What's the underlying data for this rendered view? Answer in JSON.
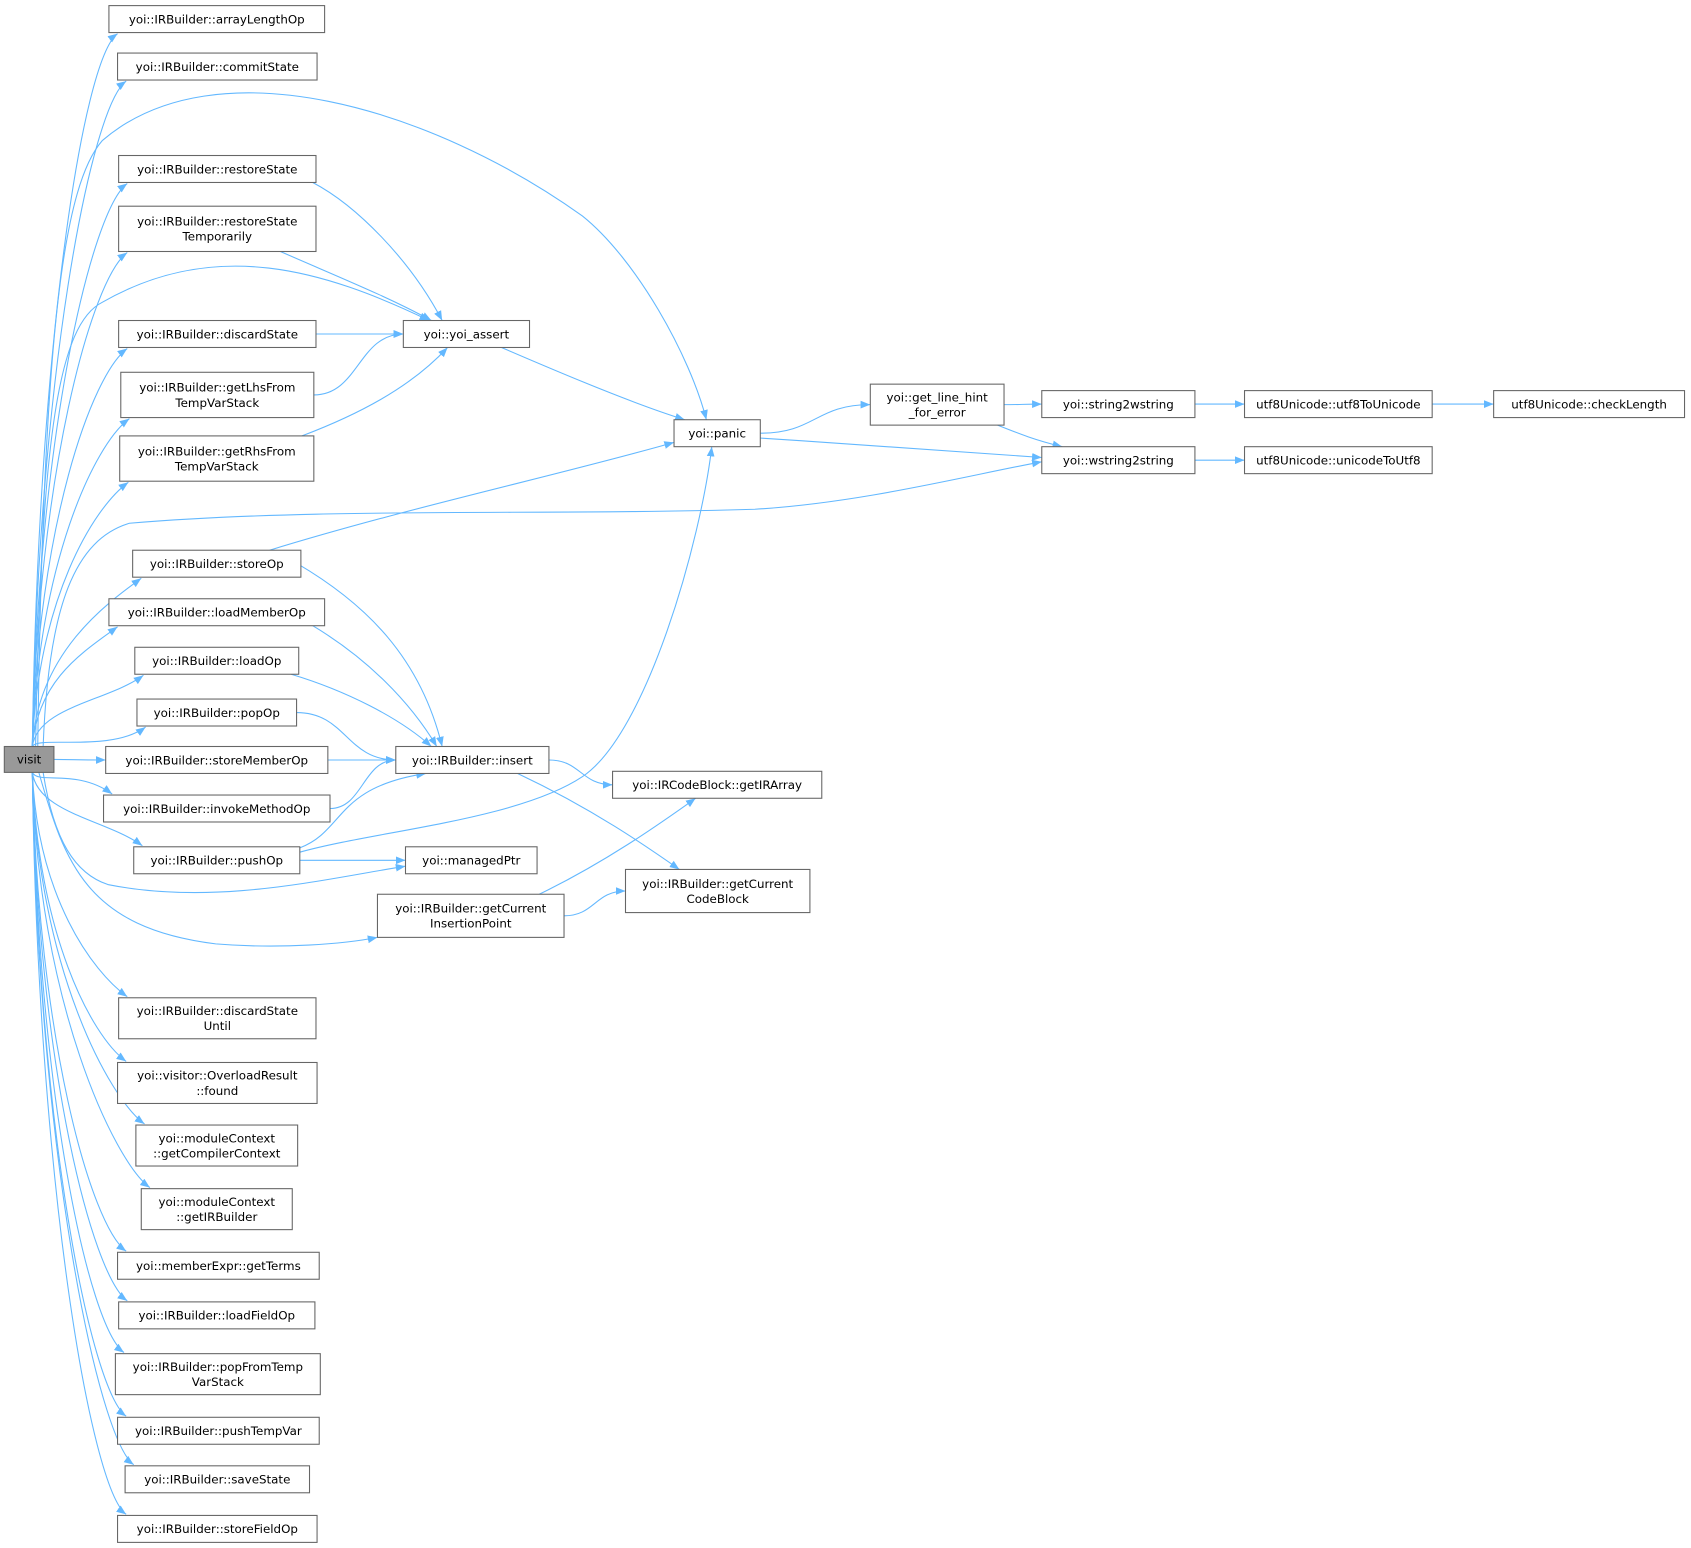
{
  "root": "visit",
  "nodes": {
    "visit": [
      "visit"
    ],
    "arrayLengthOp": [
      "yoi::IRBuilder::arrayLengthOp"
    ],
    "commitState": [
      "yoi::IRBuilder::commitState"
    ],
    "restoreState": [
      "yoi::IRBuilder::restoreState"
    ],
    "restoreStateTemporarily": [
      "yoi::IRBuilder::restoreState",
      "Temporarily"
    ],
    "discardState": [
      "yoi::IRBuilder::discardState"
    ],
    "getLhs": [
      "yoi::IRBuilder::getLhsFrom",
      "TempVarStack"
    ],
    "getRhs": [
      "yoi::IRBuilder::getRhsFrom",
      "TempVarStack"
    ],
    "storeOp": [
      "yoi::IRBuilder::storeOp"
    ],
    "loadMemberOp": [
      "yoi::IRBuilder::loadMemberOp"
    ],
    "loadOp": [
      "yoi::IRBuilder::loadOp"
    ],
    "popOp": [
      "yoi::IRBuilder::popOp"
    ],
    "storeMemberOp": [
      "yoi::IRBuilder::storeMemberOp"
    ],
    "invokeMethodOp": [
      "yoi::IRBuilder::invokeMethodOp"
    ],
    "pushOp": [
      "yoi::IRBuilder::pushOp"
    ],
    "getCurrentInsertionPoint": [
      "yoi::IRBuilder::getCurrent",
      "InsertionPoint"
    ],
    "discardStateUntil": [
      "yoi::IRBuilder::discardState",
      "Until"
    ],
    "found": [
      "yoi::visitor::OverloadResult",
      "::found"
    ],
    "getCompilerContext": [
      "yoi::moduleContext",
      "::getCompilerContext"
    ],
    "getIRBuilder": [
      "yoi::moduleContext",
      "::getIRBuilder"
    ],
    "getTerms": [
      "yoi::memberExpr::getTerms"
    ],
    "loadFieldOp": [
      "yoi::IRBuilder::loadFieldOp"
    ],
    "popFromTempVarStack": [
      "yoi::IRBuilder::popFromTemp",
      "VarStack"
    ],
    "pushTempVar": [
      "yoi::IRBuilder::pushTempVar"
    ],
    "saveState": [
      "yoi::IRBuilder::saveState"
    ],
    "storeFieldOp": [
      "yoi::IRBuilder::storeFieldOp"
    ],
    "yoi_assert": [
      "yoi::yoi_assert"
    ],
    "panic": [
      "yoi::panic"
    ],
    "insert": [
      "yoi::IRBuilder::insert"
    ],
    "managedPtr": [
      "yoi::managedPtr"
    ],
    "getIRArray": [
      "yoi::IRCodeBlock::getIRArray"
    ],
    "getCurrentCodeBlock": [
      "yoi::IRBuilder::getCurrent",
      "CodeBlock"
    ],
    "get_line_hint": [
      "yoi::get_line_hint",
      "_for_error"
    ],
    "string2wstring": [
      "yoi::string2wstring"
    ],
    "wstring2string": [
      "yoi::wstring2string"
    ],
    "utf8ToUnicode": [
      "utf8Unicode::utf8ToUnicode"
    ],
    "checkLength": [
      "utf8Unicode::checkLength"
    ],
    "unicodeToUtf8": [
      "utf8Unicode::unicodeToUtf8"
    ]
  },
  "edges": [
    [
      "visit",
      "arrayLengthOp"
    ],
    [
      "visit",
      "commitState"
    ],
    [
      "visit",
      "panic"
    ],
    [
      "visit",
      "restoreState"
    ],
    [
      "visit",
      "restoreStateTemporarily"
    ],
    [
      "visit",
      "yoi_assert"
    ],
    [
      "visit",
      "discardState"
    ],
    [
      "visit",
      "getLhs"
    ],
    [
      "visit",
      "getRhs"
    ],
    [
      "visit",
      "wstring2string"
    ],
    [
      "visit",
      "storeOp"
    ],
    [
      "visit",
      "loadMemberOp"
    ],
    [
      "visit",
      "loadOp"
    ],
    [
      "visit",
      "popOp"
    ],
    [
      "visit",
      "storeMemberOp"
    ],
    [
      "visit",
      "invokeMethodOp"
    ],
    [
      "visit",
      "pushOp"
    ],
    [
      "visit",
      "managedPtr"
    ],
    [
      "visit",
      "getCurrentInsertionPoint"
    ],
    [
      "visit",
      "discardStateUntil"
    ],
    [
      "visit",
      "found"
    ],
    [
      "visit",
      "getCompilerContext"
    ],
    [
      "visit",
      "getIRBuilder"
    ],
    [
      "visit",
      "getTerms"
    ],
    [
      "visit",
      "loadFieldOp"
    ],
    [
      "visit",
      "popFromTempVarStack"
    ],
    [
      "visit",
      "pushTempVar"
    ],
    [
      "visit",
      "saveState"
    ],
    [
      "visit",
      "storeFieldOp"
    ],
    [
      "restoreState",
      "yoi_assert"
    ],
    [
      "restoreStateTemporarily",
      "yoi_assert"
    ],
    [
      "discardState",
      "yoi_assert"
    ],
    [
      "getLhs",
      "yoi_assert"
    ],
    [
      "getRhs",
      "yoi_assert"
    ],
    [
      "yoi_assert",
      "panic"
    ],
    [
      "storeOp",
      "panic"
    ],
    [
      "storeOp",
      "insert"
    ],
    [
      "loadMemberOp",
      "insert"
    ],
    [
      "loadOp",
      "insert"
    ],
    [
      "popOp",
      "insert"
    ],
    [
      "storeMemberOp",
      "insert"
    ],
    [
      "invokeMethodOp",
      "insert"
    ],
    [
      "pushOp",
      "insert"
    ],
    [
      "pushOp",
      "panic"
    ],
    [
      "pushOp",
      "managedPtr"
    ],
    [
      "insert",
      "getIRArray"
    ],
    [
      "insert",
      "getCurrentCodeBlock"
    ],
    [
      "getCurrentInsertionPoint",
      "getIRArray"
    ],
    [
      "getCurrentInsertionPoint",
      "getCurrentCodeBlock"
    ],
    [
      "panic",
      "get_line_hint"
    ],
    [
      "panic",
      "wstring2string"
    ],
    [
      "get_line_hint",
      "string2wstring"
    ],
    [
      "get_line_hint",
      "wstring2string"
    ],
    [
      "string2wstring",
      "utf8ToUnicode"
    ],
    [
      "utf8ToUnicode",
      "checkLength"
    ],
    [
      "wstring2string",
      "unicodeToUtf8"
    ]
  ],
  "colors": {
    "edge": "#63b8ff",
    "node_border": "#666666",
    "root_fill": "#999999"
  }
}
